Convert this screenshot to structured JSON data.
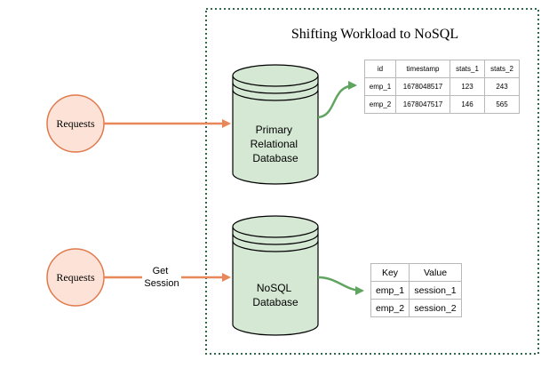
{
  "title": "Shifting Workload to NoSQL",
  "colors": {
    "boundary": "#2e6b48",
    "db_fill": "#d5e8d4",
    "db_stroke": "#000000",
    "request_fill": "#fde3d7",
    "request_stroke": "#e07a4d",
    "arrow_orange": "#e8875a",
    "arrow_green": "#5fa45f"
  },
  "requests": [
    {
      "label": "Requests",
      "edge_label": ""
    },
    {
      "label": "Requests",
      "edge_label": "Get\nSession"
    }
  ],
  "databases": {
    "primary": {
      "label": "Primary\nRelational\nDatabase"
    },
    "nosql": {
      "label": "NoSQL\nDatabase"
    }
  },
  "relational_table": {
    "headers": [
      "id",
      "timestamp",
      "stats_1",
      "stats_2"
    ],
    "rows": [
      [
        "emp_1",
        "1678048517",
        "123",
        "243"
      ],
      [
        "emp_2",
        "1678047517",
        "146",
        "565"
      ]
    ]
  },
  "kv_table": {
    "headers": [
      "Key",
      "Value"
    ],
    "rows": [
      [
        "emp_1",
        "session_1"
      ],
      [
        "emp_2",
        "session_2"
      ]
    ]
  }
}
